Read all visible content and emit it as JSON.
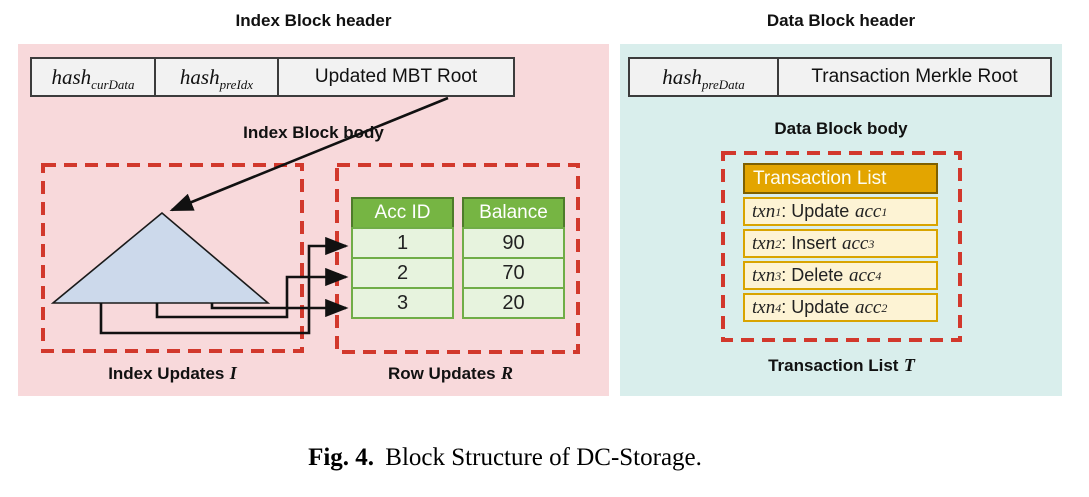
{
  "figure_caption": {
    "prefix": "Fig. 4.",
    "text": "Block Structure of DC-Storage."
  },
  "index_block": {
    "header_title": "Index Block header",
    "header_cells": {
      "hash_cur_data": {
        "base": "hash",
        "sub": "curData"
      },
      "hash_pre_idx": {
        "base": "hash",
        "sub": "preIdx"
      },
      "mbt_root": "Updated MBT Root"
    },
    "body_label": "Index Block body",
    "index_updates": {
      "label": "Index Updates",
      "symbol": "I"
    },
    "row_updates": {
      "label": "Row Updates",
      "symbol": "R",
      "columns": [
        "Acc ID",
        "Balance"
      ],
      "rows": [
        {
          "acc_id": "1",
          "balance": "90"
        },
        {
          "acc_id": "2",
          "balance": "70"
        },
        {
          "acc_id": "3",
          "balance": "20"
        }
      ]
    }
  },
  "data_block": {
    "header_title": "Data Block header",
    "header_cells": {
      "hash_pre_data": {
        "base": "hash",
        "sub": "preData"
      },
      "merkle_root": "Transaction Merkle Root"
    },
    "body_label": "Data Block body",
    "transaction_list": {
      "header": "Transaction List",
      "label": "Transaction List",
      "symbol": "T",
      "rows": [
        {
          "txn": "txn",
          "txn_sub": "1",
          "action": ": Update",
          "acc": "acc",
          "acc_sub": "1"
        },
        {
          "txn": "txn",
          "txn_sub": "2",
          "action": ": Insert",
          "acc": "acc",
          "acc_sub": "3"
        },
        {
          "txn": "txn",
          "txn_sub": "3",
          "action": ": Delete",
          "acc": "acc",
          "acc_sub": "4"
        },
        {
          "txn": "txn",
          "txn_sub": "4",
          "action": ": Update",
          "acc": "acc",
          "acc_sub": "2"
        }
      ]
    }
  },
  "colors": {
    "index_block_bg": "#f8d9db",
    "data_block_bg": "#d9eeec",
    "dashed_box_red": "#d2382c",
    "table_header_green": "#76b543",
    "table_row_green": "#e7f3de",
    "list_header_gold": "#e3a500",
    "list_row_yellow": "#fdf3d4",
    "header_bar_gray": "#f2f2f2",
    "merkle_tree_fill": "#ccd9eb"
  }
}
